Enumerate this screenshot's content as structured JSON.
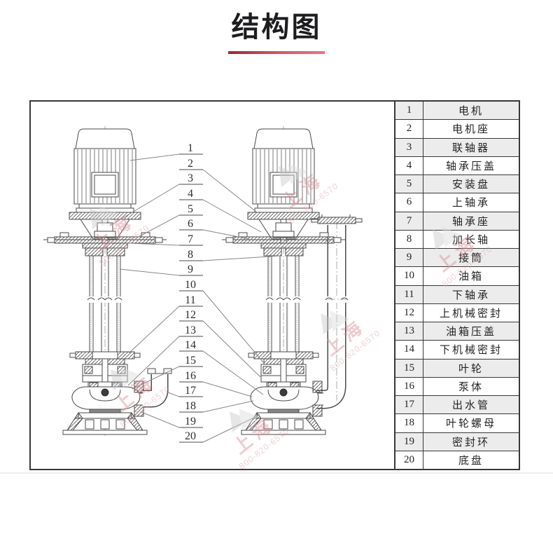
{
  "page": {
    "title": "结构图"
  },
  "colors": {
    "accent_red": "#dd3b4c",
    "line_color": "#4a4a4a",
    "row_shade": "#ececec",
    "frame_border": "#383838"
  },
  "watermark": {
    "brand": "上海",
    "phone": "800-820-6570"
  },
  "parts_table": {
    "rows": [
      {
        "no": "1",
        "name": "电机"
      },
      {
        "no": "2",
        "name": "电机座"
      },
      {
        "no": "3",
        "name": "联轴器"
      },
      {
        "no": "4",
        "name": "轴承压盖"
      },
      {
        "no": "5",
        "name": "安装盘"
      },
      {
        "no": "6",
        "name": "上轴承"
      },
      {
        "no": "7",
        "name": "轴承座"
      },
      {
        "no": "8",
        "name": "加长轴"
      },
      {
        "no": "9",
        "name": "接筒"
      },
      {
        "no": "10",
        "name": "油箱"
      },
      {
        "no": "11",
        "name": "下轴承"
      },
      {
        "no": "12",
        "name": "上机械密封"
      },
      {
        "no": "13",
        "name": "油箱压盖"
      },
      {
        "no": "14",
        "name": "下机械密封"
      },
      {
        "no": "15",
        "name": "叶轮"
      },
      {
        "no": "16",
        "name": "泵体"
      },
      {
        "no": "17",
        "name": "出水管"
      },
      {
        "no": "18",
        "name": "叶轮螺母"
      },
      {
        "no": "19",
        "name": "密封环"
      },
      {
        "no": "20",
        "name": "底盘"
      }
    ]
  }
}
